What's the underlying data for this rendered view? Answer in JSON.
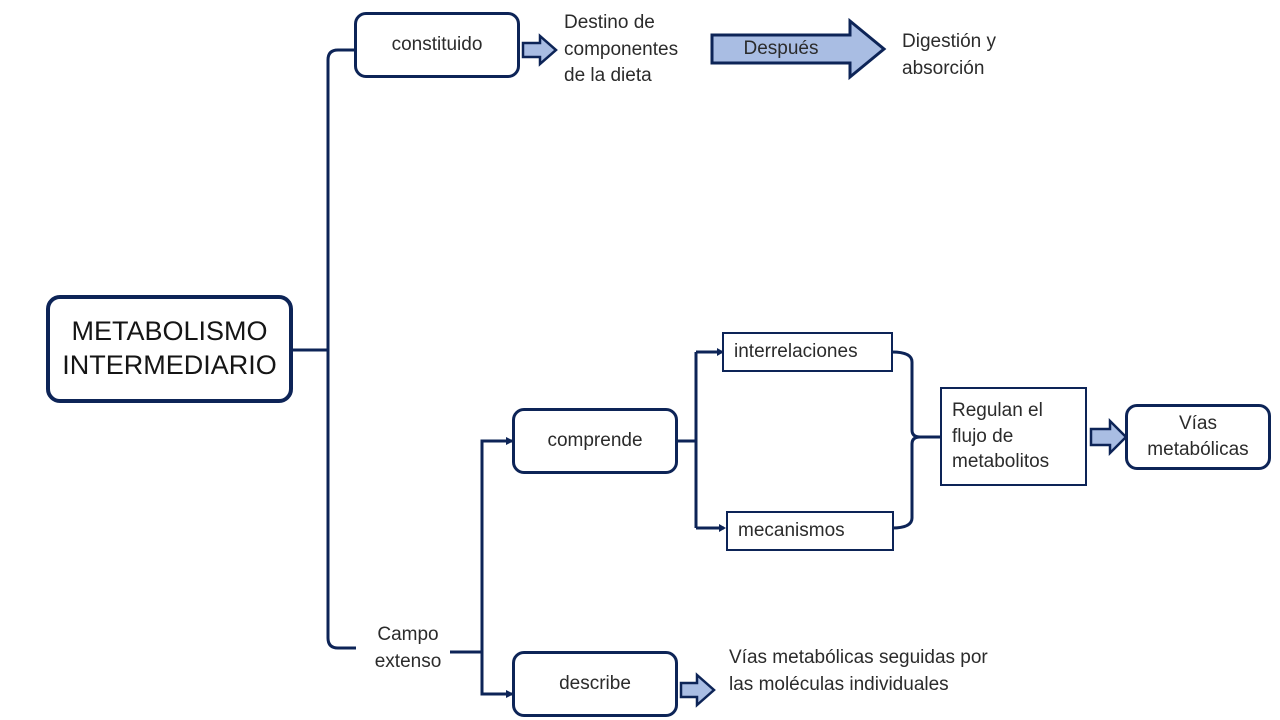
{
  "root": {
    "line1": "METABOLISMO",
    "line2": "INTERMEDIARIO"
  },
  "branches": {
    "constituido": "constituido",
    "campo_line1": "Campo",
    "campo_line2": "extenso"
  },
  "top": {
    "destino_line1": "Destino de",
    "destino_line2": "componentes",
    "destino_line3": "de la dieta",
    "despues": "Después",
    "digestion_line1": "Digestión y",
    "digestion_line2": "absorción"
  },
  "comprende": {
    "label": "comprende",
    "interrelaciones": "interrelaciones",
    "mecanismos": "mecanismos",
    "regulan_line1": "Regulan el",
    "regulan_line2": "flujo de",
    "regulan_line3": "metabolitos",
    "vias_line1": "Vías",
    "vias_line2": "metabólicas"
  },
  "describe": {
    "label": "describe",
    "result_line1": "Vías metabólicas seguidas por",
    "result_line2": "las moléculas individuales"
  },
  "colors": {
    "line": "#0d2457",
    "arrow_fill": "#a9bde3",
    "arrow_stroke": "#0d2457"
  }
}
